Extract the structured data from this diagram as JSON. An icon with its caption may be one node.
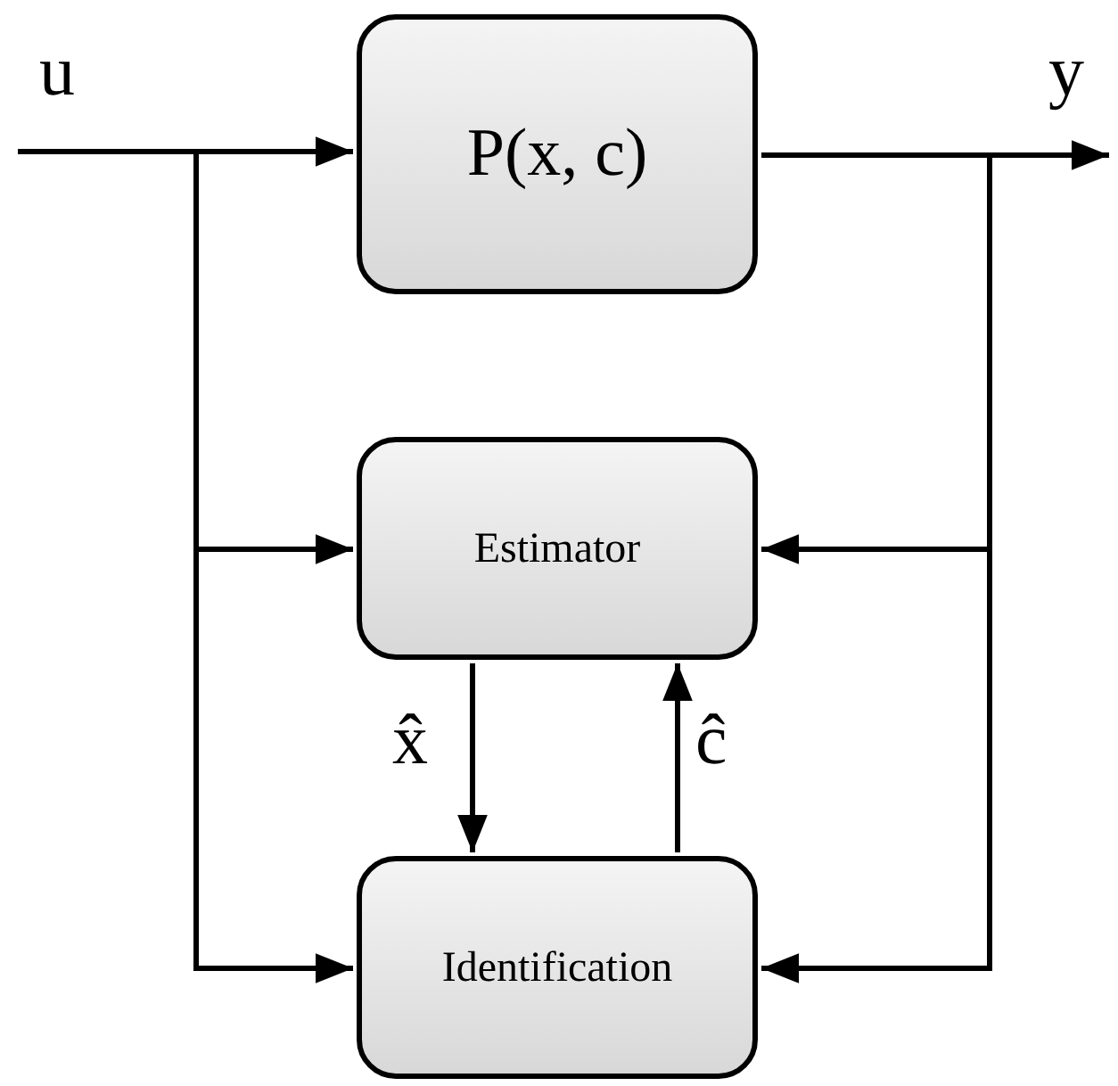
{
  "diagram": {
    "nodes": [
      {
        "text": [
          "P(x, c)"
        ]
      },
      {
        "text": [
          "Estimator"
        ]
      },
      {
        "text": [
          "Identification"
        ]
      }
    ],
    "edges": [
      {
        "from": null,
        "to": 0,
        "arrow": "to",
        "label": "u"
      },
      {
        "from": null,
        "to": 1,
        "arrow": "to"
      },
      {
        "from": null,
        "to": 2,
        "arrow": "to"
      },
      {
        "from": 0,
        "to": null,
        "arrow": "to",
        "label": "y"
      },
      {
        "from": 0,
        "to": 1,
        "arrow": "to"
      },
      {
        "from": 0,
        "to": 2,
        "arrow": "to"
      },
      {
        "from": 1,
        "to": 2,
        "arrow": "to",
        "label": "x̂"
      },
      {
        "from": 2,
        "to": 1,
        "arrow": "to",
        "label": "ĉ"
      }
    ]
  }
}
